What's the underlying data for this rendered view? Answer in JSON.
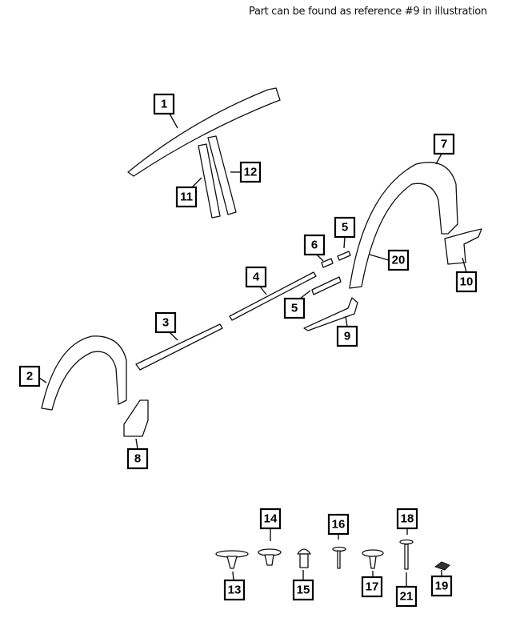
{
  "note": "Part can be found as reference #9 in illustration",
  "callouts": {
    "c1": "1",
    "c2": "2",
    "c3": "3",
    "c4": "4",
    "c5a": "5",
    "c5b": "5",
    "c6": "6",
    "c7": "7",
    "c8": "8",
    "c9": "9",
    "c10": "10",
    "c11": "11",
    "c12": "12",
    "c13": "13",
    "c14": "14",
    "c15": "15",
    "c16": "16",
    "c17": "17",
    "c18": "18",
    "c19": "19",
    "c20": "20",
    "c21": "21"
  },
  "highlighted_part": "9"
}
